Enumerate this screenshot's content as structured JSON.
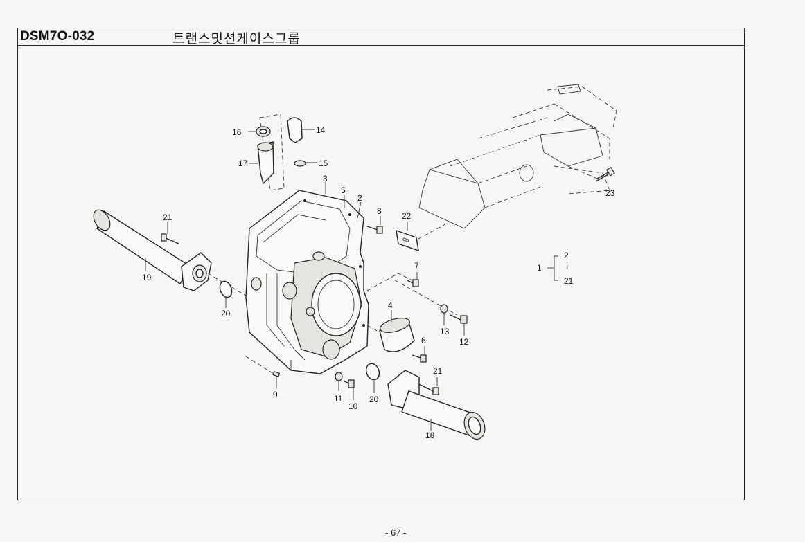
{
  "header": {
    "code": "DSM7O-032",
    "title": "트랜스밋션케이스그룹"
  },
  "footer": {
    "page": "- 67 -"
  },
  "callouts": {
    "c1": "1",
    "c2a": "2",
    "c2b": "2",
    "c3": "3",
    "c4": "4",
    "c5": "5",
    "c6": "6",
    "c7": "7",
    "c8": "8",
    "c9": "9",
    "c10": "10",
    "c11": "11",
    "c12": "12",
    "c13": "13",
    "c14": "14",
    "c15": "15",
    "c16": "16",
    "c17": "17",
    "c18": "18",
    "c19": "19",
    "c20a": "20",
    "c20b": "20",
    "c21a": "21",
    "c21b": "21",
    "c21c": "21",
    "c22": "22",
    "c23": "23",
    "bracket_mid": "ı"
  }
}
